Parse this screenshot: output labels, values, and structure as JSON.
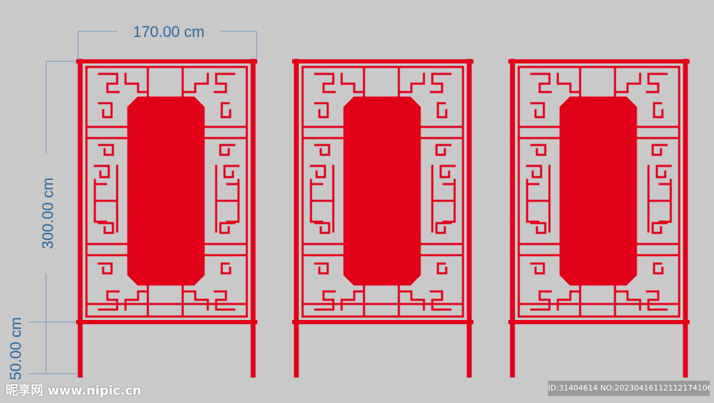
{
  "dimensions": {
    "width_label": "170.00 cm",
    "height_label": "300.00 cm",
    "leg_label": "50.00 cm"
  },
  "colors": {
    "panel_red": "#e20019",
    "dimension_blue": "#2b6aa3",
    "background": "#c9c9c9"
  },
  "watermark": {
    "site": "昵享网 www.nipic.cn",
    "id_line": "ID:31404614 NO:20230416112112174106"
  },
  "panels": [
    {
      "name": "screen-panel-1"
    },
    {
      "name": "screen-panel-2"
    },
    {
      "name": "screen-panel-3"
    }
  ]
}
